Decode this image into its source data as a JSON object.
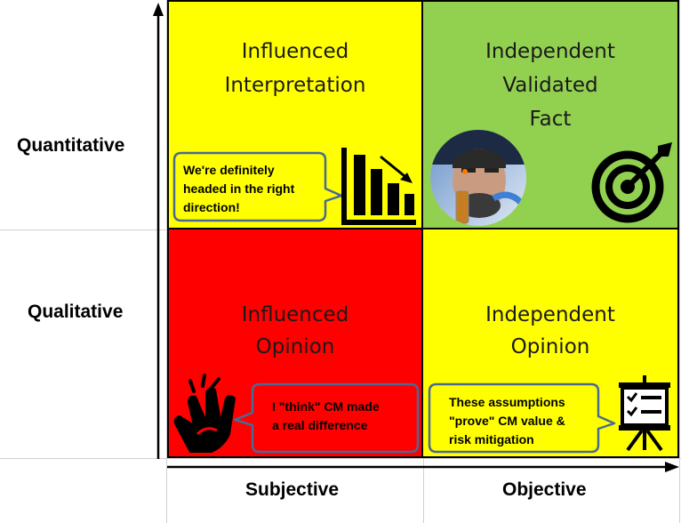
{
  "matrix": {
    "rows": [
      "Quantitative",
      "Qualitative"
    ],
    "columns": [
      "Subjective",
      "Objective"
    ],
    "quadrants": {
      "top_left": {
        "title_lines": [
          "Influenced",
          "Interpretation"
        ],
        "color": "#ffff00",
        "bubble_lines": [
          "We're definitely",
          "headed in the right",
          "direction!"
        ],
        "icon": "bar-chart-down-icon"
      },
      "top_right": {
        "title_lines": [
          "Independent",
          "Validated",
          "Fact"
        ],
        "color": "#92d050",
        "photo": "scientist-photo",
        "icon": "target-icon"
      },
      "bottom_left": {
        "title_lines": [
          "Influenced",
          "Opinion"
        ],
        "color": "#ff0000",
        "bubble_lines": [
          "I \"think\" CM made",
          "a real difference"
        ],
        "icon": "clapping-hands-icon"
      },
      "bottom_right": {
        "title_lines": [
          "Independent",
          "Opinion"
        ],
        "color": "#ffff00",
        "bubble_lines": [
          "These assumptions",
          "\"prove\" CM value &",
          "risk mitigation"
        ],
        "icon": "presentation-checklist-icon"
      }
    }
  }
}
